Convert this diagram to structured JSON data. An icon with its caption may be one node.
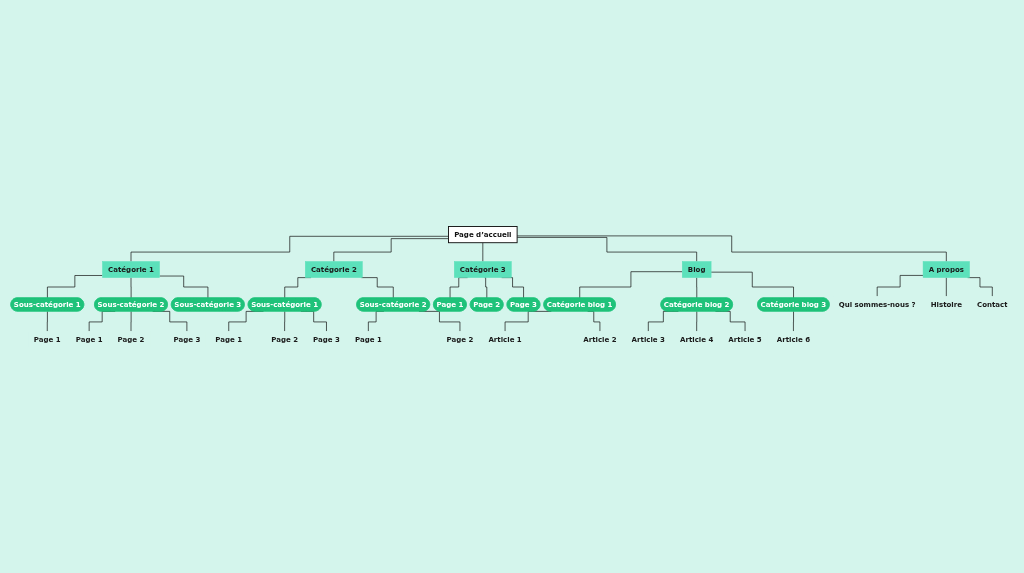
{
  "diagram": {
    "nodes": [
      {
        "text": [
          "Page d’accueil"
        ]
      },
      {
        "text": [
          "Catégorie 1"
        ]
      },
      {
        "text": [
          "Sous-catégorie 1"
        ]
      },
      {
        "text": [
          "Page 1"
        ]
      },
      {
        "text": [
          "Sous-catégorie 2"
        ]
      },
      {
        "text": [
          "Page 1"
        ]
      },
      {
        "text": [
          "Page 2"
        ]
      },
      {
        "text": [
          "Page 3"
        ]
      },
      {
        "text": [
          "Sous-catégorie 3"
        ]
      },
      {
        "text": [
          "Catégorie 2"
        ]
      },
      {
        "text": [
          "Sous-catégorie 1"
        ]
      },
      {
        "text": [
          "Page 1"
        ]
      },
      {
        "text": [
          "Page 2"
        ]
      },
      {
        "text": [
          "Page 3"
        ]
      },
      {
        "text": [
          "Sous-catégorie 2"
        ]
      },
      {
        "text": [
          "Page 1"
        ]
      },
      {
        "text": [
          "Page 2"
        ]
      },
      {
        "text": [
          "Catégorie 3"
        ]
      },
      {
        "text": [
          "Page 1"
        ]
      },
      {
        "text": [
          "Page 2"
        ]
      },
      {
        "text": [
          "Page 3"
        ]
      },
      {
        "text": [
          "Blog"
        ]
      },
      {
        "text": [
          "Catégorie blog 1"
        ]
      },
      {
        "text": [
          "Article 1"
        ]
      },
      {
        "text": [
          "Article 2"
        ]
      },
      {
        "text": [
          "Catégorie blog 2"
        ]
      },
      {
        "text": [
          "Article 3"
        ]
      },
      {
        "text": [
          "Article 4"
        ]
      },
      {
        "text": [
          "Article 5"
        ]
      },
      {
        "text": [
          "Catégorie blog 3"
        ]
      },
      {
        "text": [
          "Article 6"
        ]
      },
      {
        "text": [
          "A propos"
        ]
      },
      {
        "text": [
          "Qui sommes-nous ?"
        ]
      },
      {
        "text": [
          "Histoire"
        ]
      },
      {
        "text": [
          "Contact"
        ]
      }
    ],
    "edges": [
      {
        "from": 0,
        "to": 1,
        "arrow": "none"
      },
      {
        "from": 0,
        "to": 9,
        "arrow": "none"
      },
      {
        "from": 0,
        "to": 17,
        "arrow": "none"
      },
      {
        "from": 0,
        "to": 21,
        "arrow": "none"
      },
      {
        "from": 0,
        "to": 31,
        "arrow": "none"
      },
      {
        "from": 1,
        "to": 2,
        "arrow": "none"
      },
      {
        "from": 2,
        "to": 3,
        "arrow": "none"
      },
      {
        "from": 1,
        "to": 4,
        "arrow": "none"
      },
      {
        "from": 4,
        "to": 5,
        "arrow": "none"
      },
      {
        "from": 4,
        "to": 6,
        "arrow": "none"
      },
      {
        "from": 4,
        "to": 7,
        "arrow": "none"
      },
      {
        "from": 1,
        "to": 8,
        "arrow": "none"
      },
      {
        "from": 9,
        "to": 10,
        "arrow": "none"
      },
      {
        "from": 10,
        "to": 11,
        "arrow": "none"
      },
      {
        "from": 10,
        "to": 12,
        "arrow": "none"
      },
      {
        "from": 10,
        "to": 13,
        "arrow": "none"
      },
      {
        "from": 9,
        "to": 14,
        "arrow": "none"
      },
      {
        "from": 14,
        "to": 15,
        "arrow": "none"
      },
      {
        "from": 14,
        "to": 16,
        "arrow": "none"
      },
      {
        "from": 17,
        "to": 18,
        "arrow": "none"
      },
      {
        "from": 17,
        "to": 19,
        "arrow": "none"
      },
      {
        "from": 17,
        "to": 20,
        "arrow": "none"
      },
      {
        "from": 21,
        "to": 22,
        "arrow": "none"
      },
      {
        "from": 22,
        "to": 23,
        "arrow": "none"
      },
      {
        "from": 22,
        "to": 24,
        "arrow": "none"
      },
      {
        "from": 21,
        "to": 25,
        "arrow": "none"
      },
      {
        "from": 25,
        "to": 26,
        "arrow": "none"
      },
      {
        "from": 25,
        "to": 27,
        "arrow": "none"
      },
      {
        "from": 25,
        "to": 28,
        "arrow": "none"
      },
      {
        "from": 21,
        "to": 29,
        "arrow": "none"
      },
      {
        "from": 29,
        "to": 30,
        "arrow": "none"
      },
      {
        "from": 31,
        "to": 32,
        "arrow": "none"
      },
      {
        "from": 31,
        "to": 33,
        "arrow": "none"
      },
      {
        "from": 31,
        "to": 34,
        "arrow": "none"
      }
    ]
  }
}
